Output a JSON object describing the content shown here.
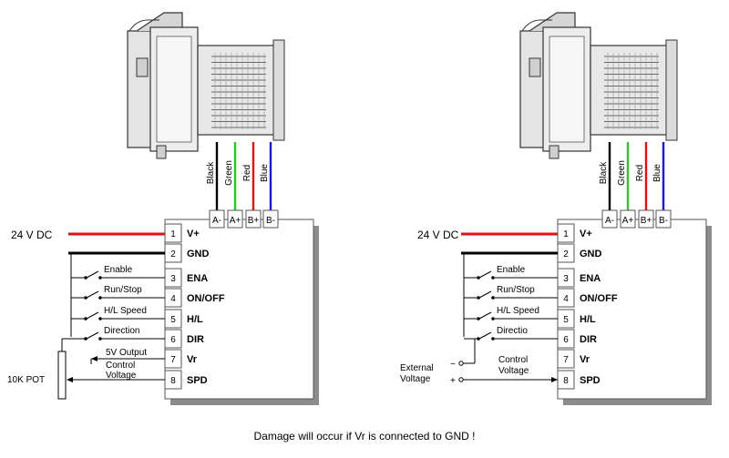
{
  "diagrams": [
    {
      "motor_wires": [
        {
          "label": "Black",
          "terminal": "A-",
          "color": "#000000"
        },
        {
          "label": "Green",
          "terminal": "A+",
          "color": "#22cc22"
        },
        {
          "label": "Red",
          "terminal": "B+",
          "color": "#dd1111"
        },
        {
          "label": "Blue",
          "terminal": "B-",
          "color": "#1a1acc"
        }
      ],
      "supply_label": "24 V DC",
      "pins": [
        {
          "num": "1",
          "signal": "V+"
        },
        {
          "num": "2",
          "signal": "GND"
        },
        {
          "num": "3",
          "signal": "ENA"
        },
        {
          "num": "4",
          "signal": "ON/OFF"
        },
        {
          "num": "5",
          "signal": "H/L"
        },
        {
          "num": "6",
          "signal": "DIR"
        },
        {
          "num": "7",
          "signal": "Vr"
        },
        {
          "num": "8",
          "signal": "SPD"
        }
      ],
      "switch_labels": [
        "Enable",
        "Run/Stop",
        "H/L Speed",
        "Direction"
      ],
      "output_label": "5V Output",
      "control_label": [
        "Control",
        "Voltage"
      ],
      "pot_label": "10K POT"
    },
    {
      "motor_wires": [
        {
          "label": "Black",
          "terminal": "A-",
          "color": "#000000"
        },
        {
          "label": "Green",
          "terminal": "A+",
          "color": "#22cc22"
        },
        {
          "label": "Red",
          "terminal": "B+",
          "color": "#dd1111"
        },
        {
          "label": "Blue",
          "terminal": "B-",
          "color": "#1a1acc"
        }
      ],
      "supply_label": "24 V DC",
      "pins": [
        {
          "num": "1",
          "signal": "V+"
        },
        {
          "num": "2",
          "signal": "GND"
        },
        {
          "num": "3",
          "signal": "ENA"
        },
        {
          "num": "4",
          "signal": "ON/OFF"
        },
        {
          "num": "5",
          "signal": "H/L"
        },
        {
          "num": "6",
          "signal": "DIR"
        },
        {
          "num": "7",
          "signal": "Vr"
        },
        {
          "num": "8",
          "signal": "SPD"
        }
      ],
      "switch_labels": [
        "Enable",
        "Run/Stop",
        "H/L Speed",
        "Directio"
      ],
      "control_label": [
        "Control",
        "Voltage"
      ],
      "external_label": [
        "External",
        "Voltage"
      ],
      "minus_sign": "−",
      "plus_sign": "+"
    }
  ],
  "warning": "Damage will occur if Vr is connected to GND !",
  "colors": {
    "supply": "#dd1111",
    "ground": "#000000",
    "shadow": "#8c8c8c"
  }
}
